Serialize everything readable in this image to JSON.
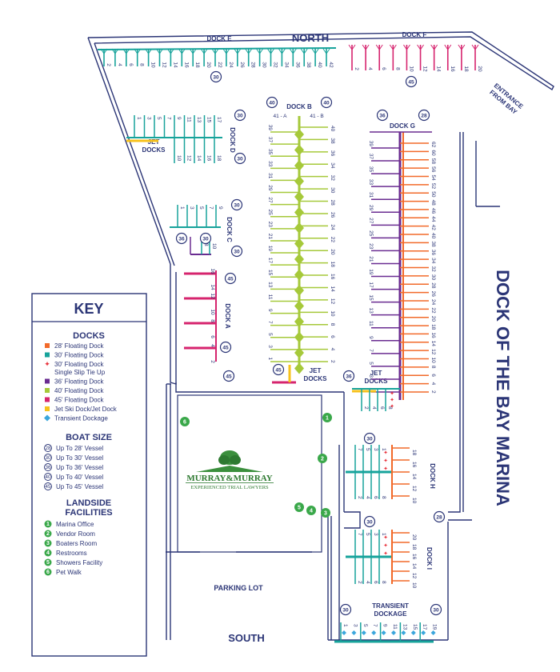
{
  "labels": {
    "north": "NORTH",
    "south": "SOUTH",
    "parking_lot": "PARKING LOT",
    "entrance": [
      "ENTRANCE",
      "FROM BAY"
    ],
    "marina_name": "DOCK OF THE BAY MARINA",
    "dock_e": "DOCK E",
    "dock_f": "DOCK F",
    "dock_b": "DOCK B",
    "dock_b_41a": "41 - A",
    "dock_b_41b": "41 - B",
    "dock_g": "DOCK G",
    "dock_d": "DOCK D",
    "dock_c": "DOCK C",
    "dock_a": "DOCK A",
    "dock_h": "DOCK H",
    "dock_i": "DOCK I",
    "jet": "JET",
    "docks": "DOCKS",
    "transient": "TRANSIENT",
    "dockage": "DOCKAGE"
  },
  "logo": {
    "name": "MURRAY&MURRAY",
    "tagline": "EXPERIENCED TRIAL LAWYERS"
  },
  "key": {
    "title": "KEY",
    "docks_heading": "DOCKS",
    "docks": [
      {
        "label": "28' Floating Dock",
        "color": "#f26a2a",
        "symbol": "square"
      },
      {
        "label": "30' Floating Dock",
        "color": "#17a39b",
        "symbol": "square"
      },
      {
        "label": "30' Floating Dock",
        "label2": "Single Slip Tie Up",
        "color": "#e8323c",
        "symbol": "star"
      },
      {
        "label": "36' Floating Dock",
        "color": "#6a2c91",
        "symbol": "square"
      },
      {
        "label": "40' Floating Dock",
        "color": "#a6c93a",
        "symbol": "square"
      },
      {
        "label": "45' Floating Dock",
        "color": "#d6246e",
        "symbol": "square"
      },
      {
        "label": "Jet Ski Dock/Jet Dock",
        "color": "#f7c21b",
        "symbol": "square"
      },
      {
        "label": "Transient Dockage",
        "color": "#3aa6dc",
        "symbol": "diamond"
      }
    ],
    "boat_size_heading": "BOAT SIZE",
    "boat_sizes": [
      {
        "num": "28",
        "label": "Up To 28' Vessel"
      },
      {
        "num": "30",
        "label": "Up To 30' Vessel"
      },
      {
        "num": "36",
        "label": "Up To 36' Vessel"
      },
      {
        "num": "40",
        "label": "Up To 40' Vessel"
      },
      {
        "num": "45",
        "label": "Up To 45' Vessel"
      }
    ],
    "landside_heading_1": "LANDSIDE",
    "landside_heading_2": "FACILITIES",
    "facilities": [
      {
        "num": "1",
        "label": "Marina Office"
      },
      {
        "num": "2",
        "label": "Vendor Room"
      },
      {
        "num": "3",
        "label": "Boaters Room"
      },
      {
        "num": "4",
        "label": "Restrooms"
      },
      {
        "num": "5",
        "label": "Showers Facility"
      },
      {
        "num": "6",
        "label": "Pet Walk"
      }
    ]
  },
  "size_badges": {
    "e": "30",
    "f": "45",
    "b_left": "40",
    "b_right": "40",
    "g_left": "36",
    "g_right": "28",
    "d_top": "30",
    "d_bottom": "30",
    "c_top": "30",
    "c_36": "36",
    "c_30": "30",
    "c_bottom": "30",
    "a_top": "45",
    "a_bottom": "45",
    "a_corner": "45",
    "jet_b": "45",
    "jet_g": "36",
    "h": "30",
    "i": "30",
    "right_28": "28",
    "trans_left": "30",
    "trans_right": "30"
  },
  "facility_markers": [
    {
      "num": "1",
      "name": "marina-office"
    },
    {
      "num": "2",
      "name": "vendor-room"
    },
    {
      "num": "3",
      "name": "boaters-room"
    },
    {
      "num": "4",
      "name": "restrooms"
    },
    {
      "num": "5",
      "name": "showers-facility"
    },
    {
      "num": "6",
      "name": "pet-walk"
    }
  ],
  "slips": {
    "dock_e": [
      "2",
      "4",
      "6",
      "8",
      "10",
      "12",
      "14",
      "16",
      "18",
      "20",
      "22",
      "24",
      "26",
      "28",
      "30",
      "32",
      "34",
      "36",
      "38",
      "40",
      "42"
    ],
    "dock_f": [
      "2",
      "4",
      "6",
      "8",
      "10",
      "12",
      "14",
      "16",
      "18",
      "20"
    ],
    "dock_b_left": [
      "39",
      "37",
      "35",
      "33",
      "31",
      "29",
      "27",
      "25",
      "23",
      "21",
      "19",
      "17",
      "15",
      "13",
      "11",
      "9",
      "7",
      "5",
      "3",
      "1"
    ],
    "dock_b_right": [
      "40",
      "38",
      "36",
      "34",
      "32",
      "30",
      "28",
      "26",
      "24",
      "22",
      "20",
      "18",
      "16",
      "14",
      "12",
      "10",
      "8",
      "6",
      "4",
      "2"
    ],
    "dock_g_left": [
      "39",
      "37",
      "35",
      "33",
      "31",
      "29",
      "27",
      "25",
      "23",
      "21",
      "19",
      "17",
      "15",
      "13",
      "11",
      "9",
      "7",
      "5",
      "3",
      "1"
    ],
    "dock_g_right": [
      "62",
      "60",
      "58",
      "56",
      "54",
      "52",
      "50",
      "48",
      "46",
      "44",
      "42",
      "40",
      "38",
      "36",
      "34",
      "32",
      "30",
      "28",
      "26",
      "24",
      "22",
      "20",
      "18",
      "16",
      "14",
      "12",
      "10",
      "8",
      "6",
      "4",
      "2"
    ],
    "dock_d_top": [
      "1",
      "3",
      "5",
      "7",
      "9",
      "11",
      "13",
      "15",
      "17"
    ],
    "dock_d_bottom": [
      "2",
      "4",
      "6",
      "8",
      "10",
      "12",
      "14",
      "16",
      "18"
    ],
    "dock_c": [
      "1",
      "3",
      "5",
      "7",
      "9"
    ],
    "dock_c_bottom": [
      "2",
      "4",
      "6",
      "8",
      "10"
    ],
    "dock_a": [
      "16",
      "14",
      "12",
      "10",
      "8",
      "6",
      "4",
      "2"
    ],
    "dock_h_left": [
      "7",
      "5",
      "3",
      "1",
      "2",
      "4",
      "6",
      "8"
    ],
    "dock_h_right": [
      "18",
      "16",
      "14",
      "12",
      "10"
    ],
    "dock_i_left": [
      "7",
      "5",
      "3",
      "1",
      "2",
      "4",
      "6",
      "8"
    ],
    "dock_i_right": [
      "20",
      "18",
      "16",
      "14",
      "12",
      "10"
    ],
    "transient": [
      "1",
      "3",
      "5",
      "7",
      "9",
      "11",
      "13",
      "15",
      "17",
      "19"
    ]
  }
}
